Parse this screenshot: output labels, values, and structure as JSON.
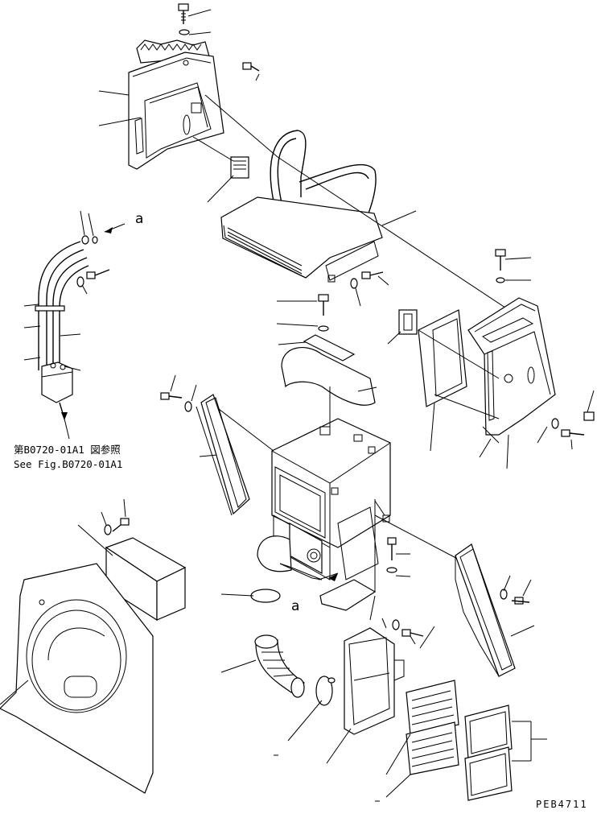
{
  "reference_note": {
    "line1": "第B0720-01A1 図参照",
    "line2": "See Fig.B0720-01A1"
  },
  "view_marker_top": "a",
  "view_marker_center": "a",
  "drawing_code": "PEB4711"
}
